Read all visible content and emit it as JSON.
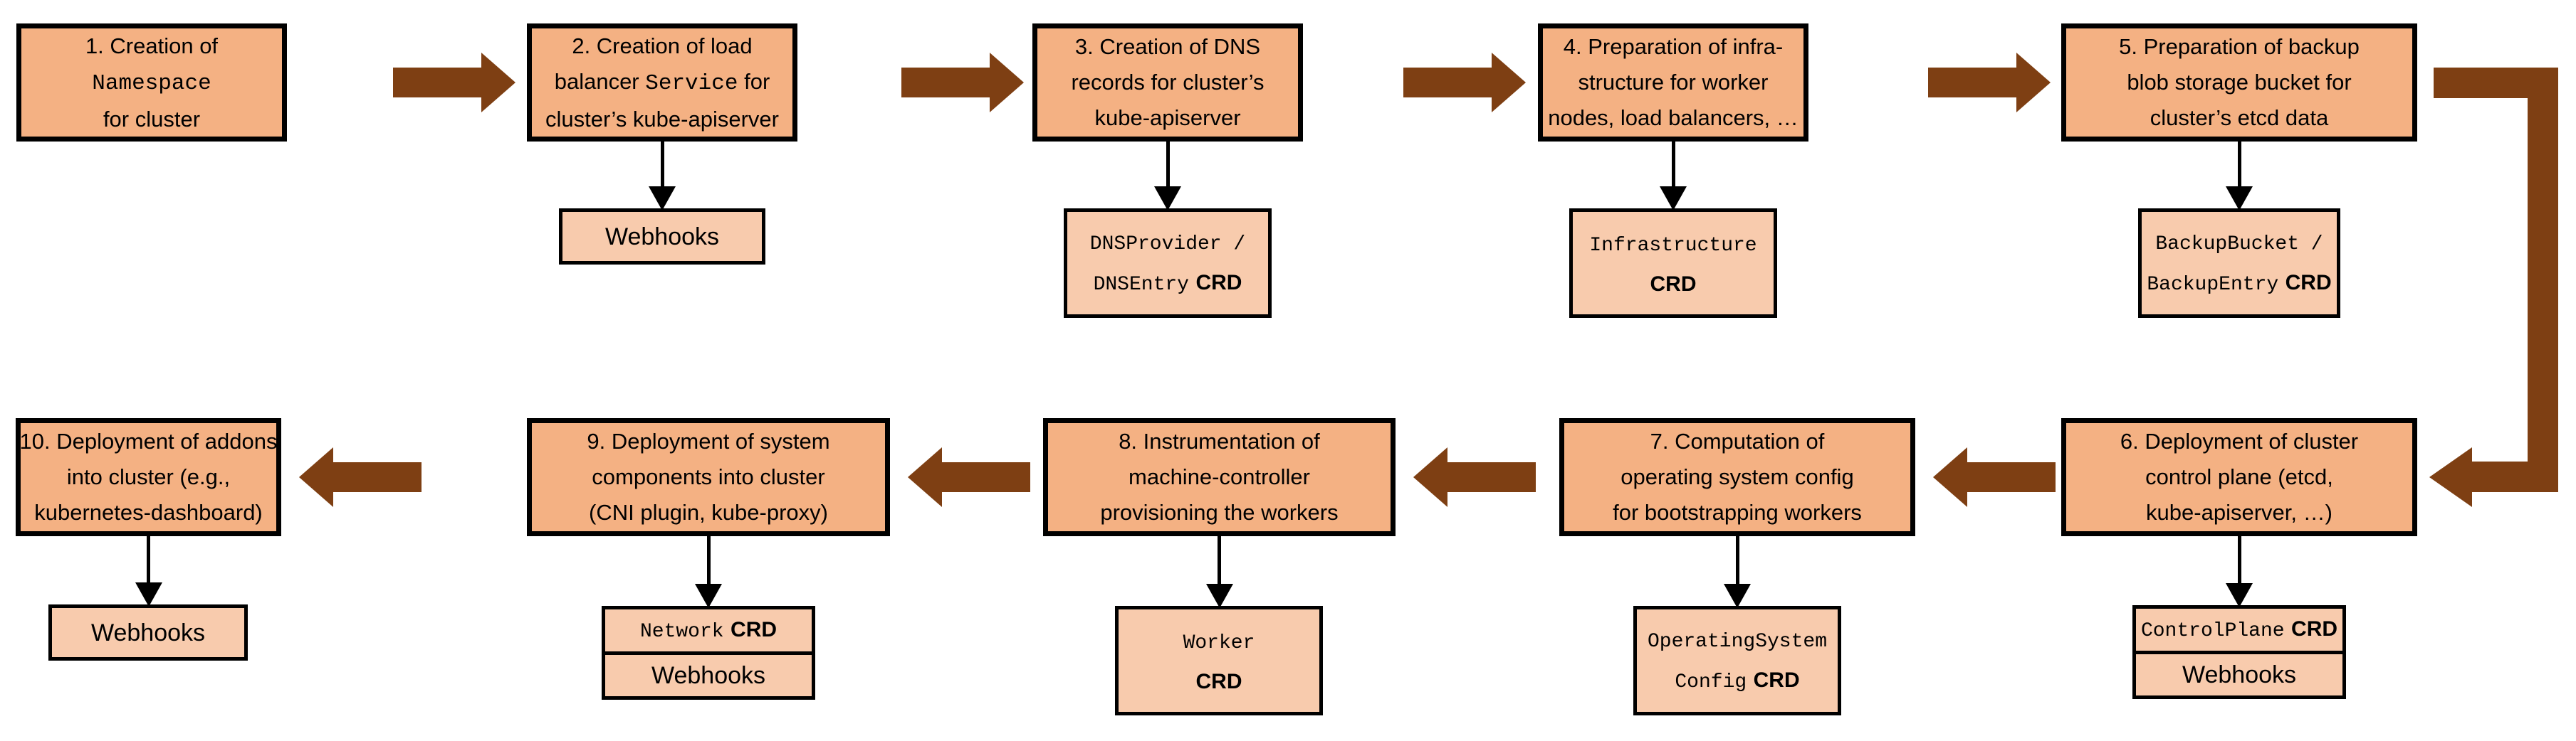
{
  "colors": {
    "main_box_fill": "#F4B183",
    "sub_box_fill": "#F8CBAD",
    "flow_arrow": "#7E3F13",
    "outline": "#000000",
    "connector": "#000000",
    "background": "#FFFFFF",
    "text": "#000000"
  },
  "steps": [
    {
      "id": "1",
      "lines": [
        [
          {
            "t": "1. Creation of"
          }
        ],
        [
          {
            "t": "Namespace",
            "style": "mono"
          }
        ],
        [
          {
            "t": "for cluster"
          }
        ]
      ],
      "sub": null
    },
    {
      "id": "2",
      "lines": [
        [
          {
            "t": "2. Creation of load"
          }
        ],
        [
          {
            "t": "balancer "
          },
          {
            "t": "Service",
            "style": "mono"
          },
          {
            "t": " for"
          }
        ],
        [
          {
            "t": "cluster’s kube-apiserver"
          }
        ]
      ],
      "sub": {
        "kind": "webhooks",
        "cells": [
          {
            "lines": [
              [
                {
                  "t": "Webhooks"
                }
              ]
            ]
          }
        ]
      }
    },
    {
      "id": "3",
      "lines": [
        [
          {
            "t": "3. Creation of DNS"
          }
        ],
        [
          {
            "t": "records for cluster’s"
          }
        ],
        [
          {
            "t": "kube-apiserver"
          }
        ]
      ],
      "sub": {
        "kind": "crd",
        "cells": [
          {
            "lines": [
              [
                {
                  "t": "DNSProvider /",
                  "style": "mono"
                }
              ],
              [
                {
                  "t": "DNSEntry",
                  "style": "mono"
                },
                {
                  "t": " "
                },
                {
                  "t": "CRD",
                  "style": "bold"
                }
              ]
            ]
          }
        ]
      }
    },
    {
      "id": "4",
      "lines": [
        [
          {
            "t": "4. Preparation of infra-"
          }
        ],
        [
          {
            "t": "structure for worker"
          }
        ],
        [
          {
            "t": "nodes, load balancers, …"
          }
        ]
      ],
      "sub": {
        "kind": "crd",
        "cells": [
          {
            "lines": [
              [
                {
                  "t": "Infrastructure",
                  "style": "mono"
                }
              ],
              [
                {
                  "t": "CRD",
                  "style": "bold"
                }
              ]
            ]
          }
        ]
      }
    },
    {
      "id": "5",
      "lines": [
        [
          {
            "t": "5. Preparation of backup"
          }
        ],
        [
          {
            "t": "blob storage bucket for"
          }
        ],
        [
          {
            "t": "cluster’s etcd data"
          }
        ]
      ],
      "sub": {
        "kind": "crd",
        "cells": [
          {
            "lines": [
              [
                {
                  "t": "BackupBucket /",
                  "style": "mono"
                }
              ],
              [
                {
                  "t": "BackupEntry",
                  "style": "mono"
                },
                {
                  "t": " "
                },
                {
                  "t": "CRD",
                  "style": "bold"
                }
              ]
            ]
          }
        ]
      }
    },
    {
      "id": "6",
      "lines": [
        [
          {
            "t": "6. Deployment of cluster"
          }
        ],
        [
          {
            "t": "control plane (etcd,"
          }
        ],
        [
          {
            "t": "kube-apiserver, …)"
          }
        ]
      ],
      "sub": {
        "kind": "crd-webhooks",
        "cells": [
          {
            "lines": [
              [
                {
                  "t": "ControlPlane",
                  "style": "mono"
                },
                {
                  "t": " "
                },
                {
                  "t": "CRD",
                  "style": "bold"
                }
              ]
            ]
          },
          {
            "lines": [
              [
                {
                  "t": "Webhooks"
                }
              ]
            ]
          }
        ]
      }
    },
    {
      "id": "7",
      "lines": [
        [
          {
            "t": "7. Computation of"
          }
        ],
        [
          {
            "t": "operating system config"
          }
        ],
        [
          {
            "t": "for bootstrapping workers"
          }
        ]
      ],
      "sub": {
        "kind": "crd",
        "cells": [
          {
            "lines": [
              [
                {
                  "t": "OperatingSystem",
                  "style": "mono"
                }
              ],
              [
                {
                  "t": "Config",
                  "style": "mono"
                },
                {
                  "t": " "
                },
                {
                  "t": "CRD",
                  "style": "bold"
                }
              ]
            ]
          }
        ]
      }
    },
    {
      "id": "8",
      "lines": [
        [
          {
            "t": "8. Instrumentation of"
          }
        ],
        [
          {
            "t": "machine-controller"
          }
        ],
        [
          {
            "t": "provisioning the workers"
          }
        ]
      ],
      "sub": {
        "kind": "crd",
        "cells": [
          {
            "lines": [
              [
                {
                  "t": "Worker",
                  "style": "mono"
                }
              ],
              [
                {
                  "t": "CRD",
                  "style": "bold"
                }
              ]
            ]
          }
        ]
      }
    },
    {
      "id": "9",
      "lines": [
        [
          {
            "t": "9. Deployment of system"
          }
        ],
        [
          {
            "t": "components into cluster"
          }
        ],
        [
          {
            "t": "(CNI plugin, kube-proxy)"
          }
        ]
      ],
      "sub": {
        "kind": "crd-webhooks",
        "cells": [
          {
            "lines": [
              [
                {
                  "t": "Network",
                  "style": "mono"
                },
                {
                  "t": " "
                },
                {
                  "t": "CRD",
                  "style": "bold"
                }
              ]
            ]
          },
          {
            "lines": [
              [
                {
                  "t": "Webhooks"
                }
              ]
            ]
          }
        ]
      }
    },
    {
      "id": "10",
      "lines": [
        [
          {
            "t": "10. Deployment of addons"
          }
        ],
        [
          {
            "t": "into cluster (e.g.,"
          }
        ],
        [
          {
            "t": "kubernetes-dashboard)"
          }
        ]
      ],
      "sub": {
        "kind": "webhooks",
        "cells": [
          {
            "lines": [
              [
                {
                  "t": "Webhooks"
                }
              ]
            ]
          }
        ]
      }
    }
  ],
  "flow": [
    {
      "from": "1",
      "to": "2"
    },
    {
      "from": "2",
      "to": "3"
    },
    {
      "from": "3",
      "to": "4"
    },
    {
      "from": "4",
      "to": "5"
    },
    {
      "from": "5",
      "to": "6"
    },
    {
      "from": "6",
      "to": "7"
    },
    {
      "from": "7",
      "to": "8"
    },
    {
      "from": "8",
      "to": "9"
    },
    {
      "from": "9",
      "to": "10"
    }
  ]
}
